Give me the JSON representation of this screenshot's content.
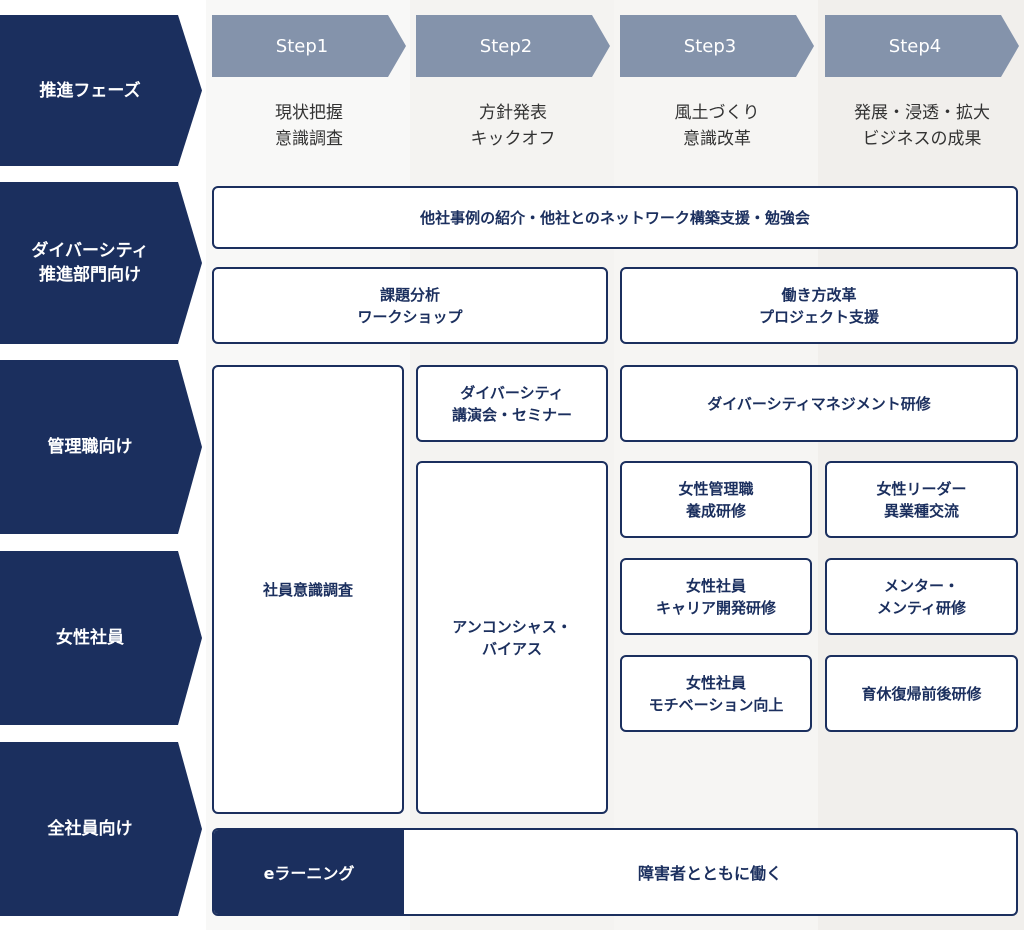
{
  "rows": [
    {
      "label": "推進フェーズ"
    },
    {
      "label": "ダイバーシティ\n推進部門向け"
    },
    {
      "label": "管理職向け"
    },
    {
      "label": "女性社員"
    },
    {
      "label": "全社員向け"
    }
  ],
  "steps": [
    {
      "label": "Step1",
      "phase": "現状把握\n意識調査"
    },
    {
      "label": "Step2",
      "phase": "方針発表\nキックオフ"
    },
    {
      "label": "Step3",
      "phase": "風土づくり\n意識改革"
    },
    {
      "label": "Step4",
      "phase": "発展・浸透・拡大\nビジネスの成果"
    }
  ],
  "programs": {
    "network": "他社事例の紹介・他社とのネットワーク構築支援・勉強会",
    "analysis": "課題分析\nワークショップ",
    "workstyle": "働き方改革\nプロジェクト支援",
    "survey": "社員意識調査",
    "seminar": "ダイバーシティ\n講演会・セミナー",
    "mgmt_training": "ダイバーシティマネジメント研修",
    "bias": "アンコンシャス・\nバイアス",
    "female_mgr": "女性管理職\n養成研修",
    "female_leader": "女性リーダー\n異業種交流",
    "career": "女性社員\nキャリア開発研修",
    "mentor": "メンター・\nメンティ研修",
    "motivation": "女性社員\nモチベーション向上",
    "childcare": "育休復帰前後研修",
    "elearning": "eラーニング",
    "disability": "障害者とともに働く"
  },
  "colors": {
    "navy": "#1b2f5e",
    "step_arrow": "#8493ab",
    "column_bg": [
      "#f8f8f7",
      "#f4f3f1",
      "#f6f5f3",
      "#f1efec"
    ]
  }
}
